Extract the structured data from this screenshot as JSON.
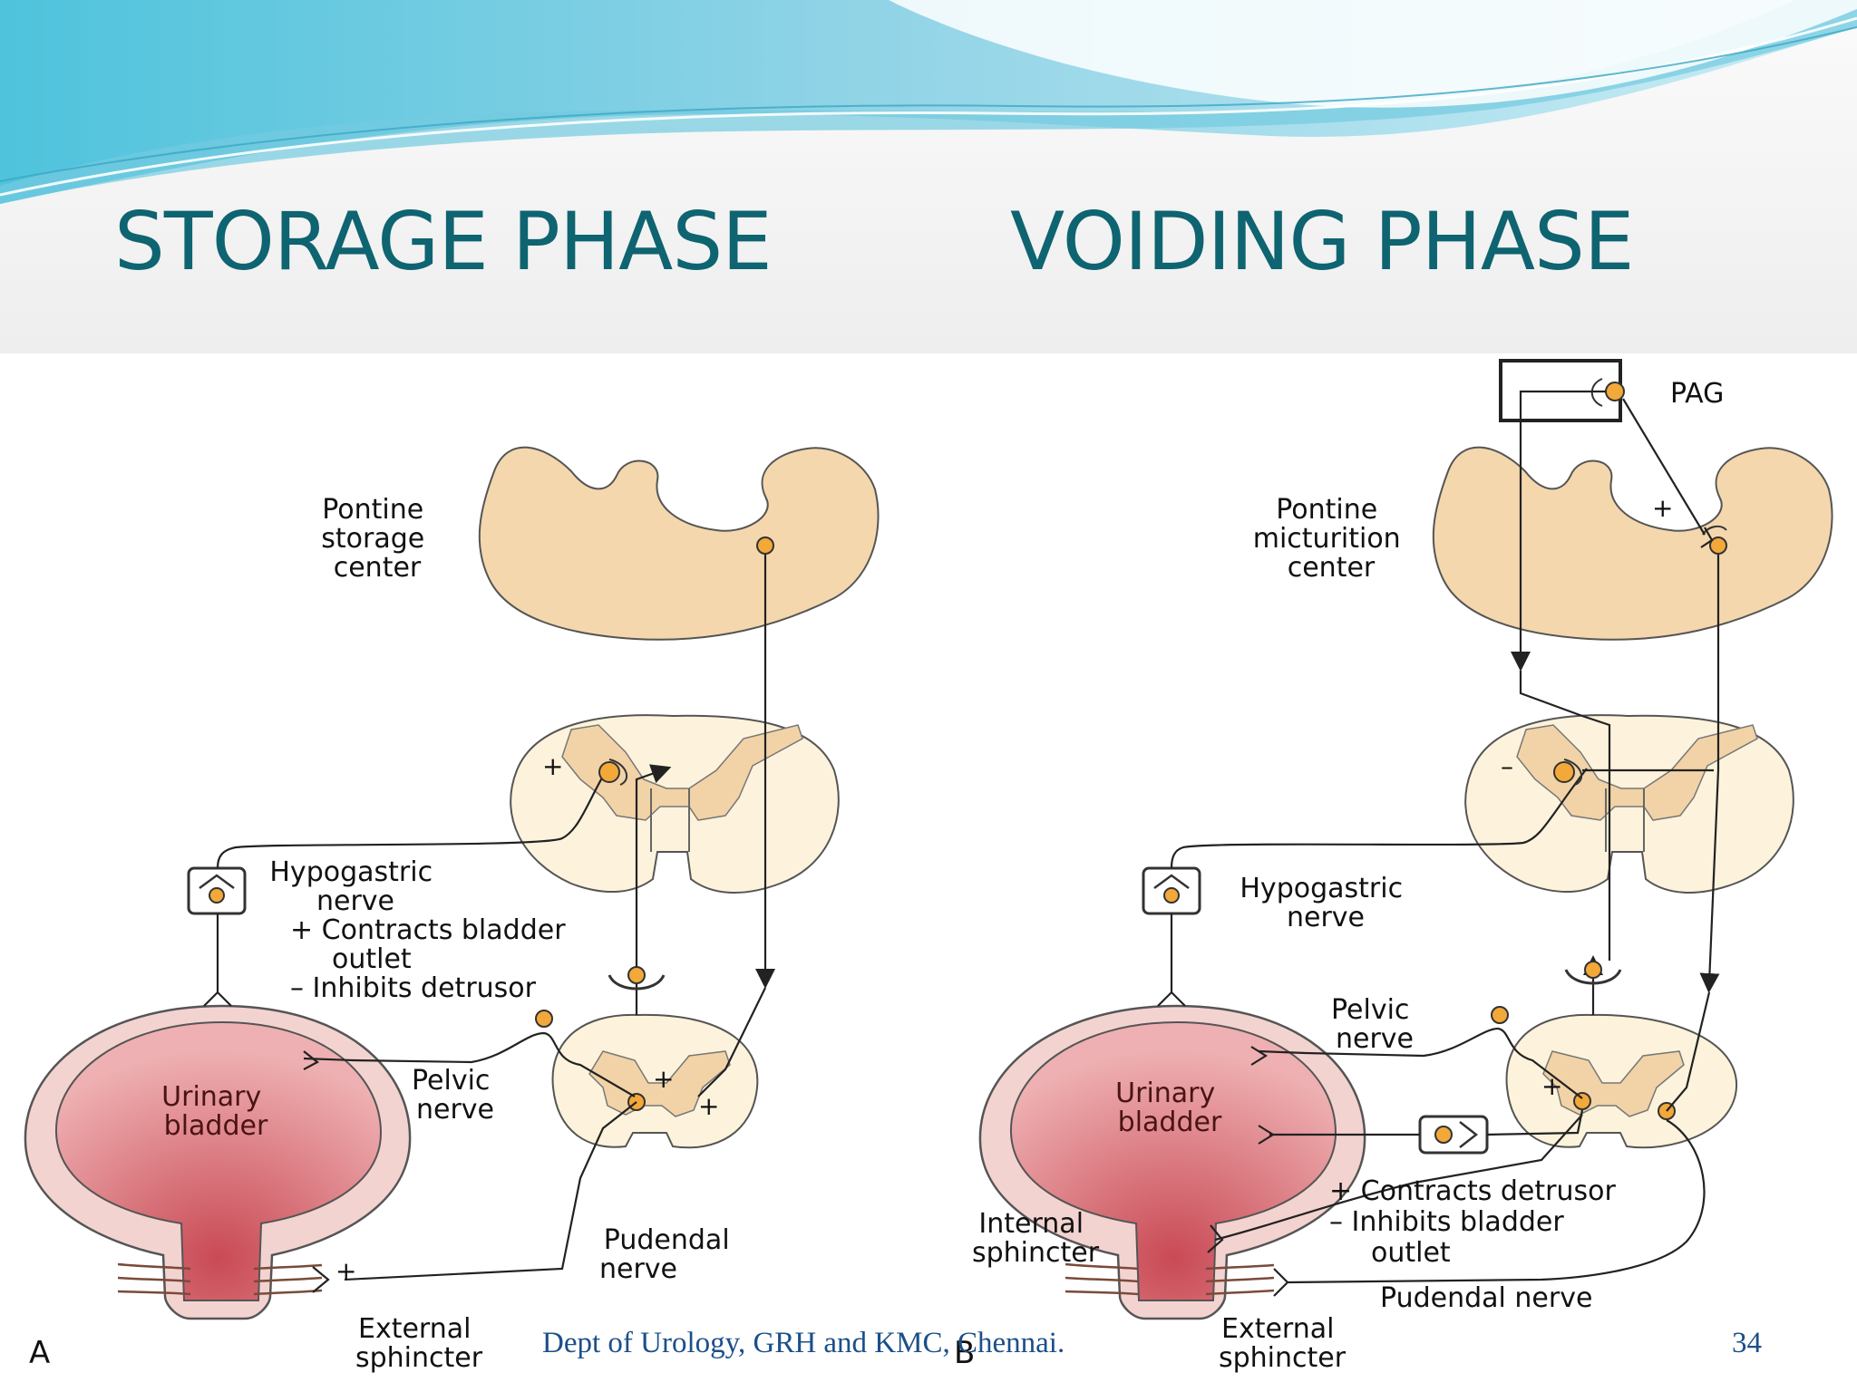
{
  "slide": {
    "title_left": "STORAGE PHASE",
    "title_right": "VOIDING PHASE",
    "footer": "Dept of Urology, GRH and KMC, Chennai.",
    "page_number": "34"
  },
  "panel_a": {
    "panel_label": "A",
    "pontine": [
      "Pontine",
      "storage",
      "center"
    ],
    "hypogastric": [
      "Hypogastric",
      "nerve"
    ],
    "effects": [
      "+ Contracts bladder",
      "outlet",
      "– Inhibits detrusor"
    ],
    "bladder": [
      "Urinary",
      "bladder"
    ],
    "pelvic": [
      "Pelvic",
      "nerve"
    ],
    "pudendal": [
      "Pudendal",
      "nerve"
    ],
    "external": [
      "External",
      "sphincter"
    ],
    "signs": [
      "+",
      "+",
      "+",
      "+"
    ]
  },
  "panel_b": {
    "panel_label": "B",
    "pag": "PAG",
    "pontine": [
      "Pontine",
      "micturition",
      "center"
    ],
    "hypogastric": [
      "Hypogastric",
      "nerve"
    ],
    "pelvic": [
      "Pelvic",
      "nerve"
    ],
    "bladder": [
      "Urinary",
      "bladder"
    ],
    "effects": [
      "+ Contracts detrusor",
      "– Inhibits bladder",
      "outlet"
    ],
    "internal": [
      "Internal",
      "sphincter"
    ],
    "pudendal": "Pudendal nerve",
    "external": [
      "External",
      "sphincter"
    ],
    "signs": [
      "+",
      "–",
      "+"
    ]
  },
  "colors": {
    "title": "#0e6470",
    "tissue": "#f4d7ad",
    "neuron": "#f3a83a",
    "bladder_wall": "#f3d3d0",
    "bladder_lumen": "#d9727a"
  }
}
